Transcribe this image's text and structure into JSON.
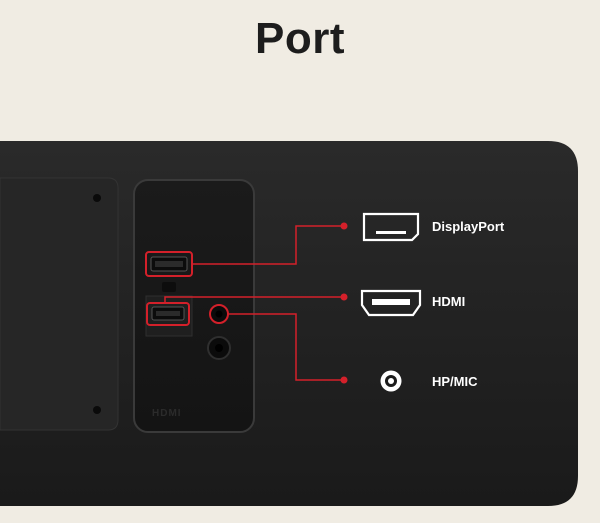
{
  "title": "Port",
  "accent_color": "#d4202a",
  "ports": [
    {
      "label": "DisplayPort",
      "icon": "displayport-icon"
    },
    {
      "label": "HDMI",
      "icon": "hdmi-icon"
    },
    {
      "label": "HP/MIC",
      "icon": "headphone-jack-icon"
    }
  ],
  "embossed_text": "HDMI"
}
